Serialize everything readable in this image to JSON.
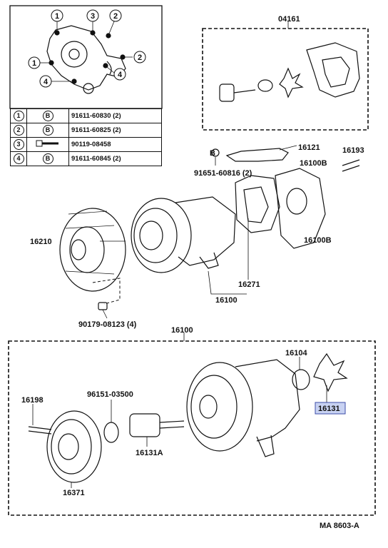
{
  "table": {
    "rows": [
      {
        "num": "1",
        "bolt": "B",
        "part": "91611-60830 (2)"
      },
      {
        "num": "2",
        "bolt": "B",
        "part": "91611-60825 (2)"
      },
      {
        "num": "3",
        "bolt": "",
        "part": "90119-08458"
      },
      {
        "num": "4",
        "bolt": "B",
        "part": "91611-60845 (2)"
      }
    ]
  },
  "inset_callouts": [
    "1",
    "3",
    "2",
    "1",
    "2",
    "4",
    "4"
  ],
  "labels": {
    "p04161": "04161",
    "p16121": "16121",
    "p16193": "16193",
    "p16100B_1": "16100B",
    "p16100B_2": "16100B",
    "p91651": "91651-60816 (2)",
    "bolt_b": "B",
    "p16210": "16210",
    "p16271": "16271",
    "p16100_top": "16100",
    "p90179": "90179-08123 (4)",
    "p16100_box": "16100",
    "p16104": "16104",
    "p16198": "16198",
    "p96151": "96151-03500",
    "p16131A": "16131A",
    "p16371": "16371",
    "p16131": "16131",
    "ref_code": "MA  8603-A"
  }
}
